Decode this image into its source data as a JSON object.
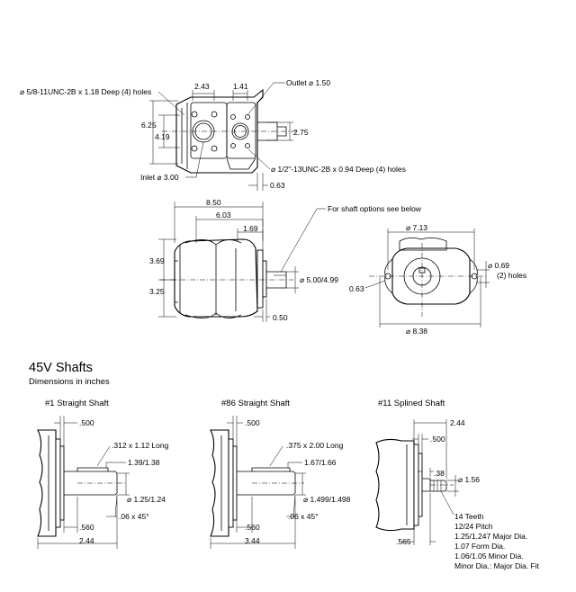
{
  "top_view": {
    "holes_note": "⌀ 5/8-11UNC-2B x 1.18 Deep (4) holes",
    "dim_243": "2.43",
    "dim_141": "1.41",
    "outlet": "Outlet ⌀ 1.50",
    "dim_625": "6.25",
    "dim_419": "4.19",
    "dim_275": "2.75",
    "inlet": "Inlet ⌀ 3.00",
    "holes_note2": "⌀ 1/2\"-13UNC-2B x 0.94 Deep (4) holes",
    "dim_063": "0.63"
  },
  "side_view": {
    "dim_850": "8.50",
    "dim_603": "6.03",
    "dim_169": "1.69",
    "dim_369": "3.69",
    "dim_325": "3.25",
    "shaft_dia": "⌀ 5.00/4.99",
    "dim_050": "0.50",
    "shaft_note": "For shaft options see below"
  },
  "end_view": {
    "dim_713": "⌀ 7.13",
    "dim_069": "⌀ 0.69",
    "holes": "(2) holes",
    "dim_063": "0.63",
    "dim_838": "⌀ 8.38"
  },
  "section": {
    "title": "45V Shafts",
    "subtitle": "Dimensions in inches"
  },
  "shaft1": {
    "title": "#1 Straight Shaft",
    "d500": ".500",
    "key": ".312 x 1.12 Long",
    "d139": "1.39/1.38",
    "dia": "⌀ 1.25/1.24",
    "chamfer": ".06 x 45°",
    "d560": ".560",
    "len": "2.44"
  },
  "shaft86": {
    "title": "#86 Straight Shaft",
    "d500": ".500",
    "key": ".375 x 2.00 Long",
    "d167": "1.67/1.66",
    "dia": "⌀ 1.499/1.498",
    "chamfer": ".06 x 45°",
    "d560": ".560",
    "len": "3.44"
  },
  "shaft11": {
    "title": "#11 Splined Shaft",
    "d244": "2.44",
    "d500": ".500",
    "d38": ".38",
    "dia": "⌀ 1.56",
    "d565": ".565",
    "spline": [
      "14 Teeth",
      "12/24 Pitch",
      "1.25/1.247 Major Dia.",
      "1.07 Form Dia.",
      "1.06/1.05 Minor Dia.",
      "Minor Dia.: Major Dia. Fit"
    ]
  }
}
